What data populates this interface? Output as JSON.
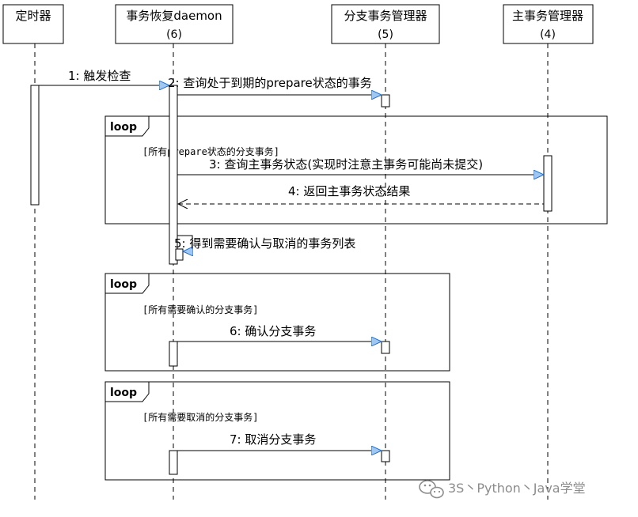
{
  "participants": [
    {
      "id": "timer",
      "name": "定时器",
      "number": ""
    },
    {
      "id": "daemon",
      "name": "事务恢复daemon",
      "number": "(6)"
    },
    {
      "id": "branch_tm",
      "name": "分支事务管理器",
      "number": "(5)"
    },
    {
      "id": "main_tm",
      "name": "主事务管理器",
      "number": "(4)"
    }
  ],
  "messages": [
    {
      "id": "m1",
      "label": "1: 触发检查",
      "from": "timer",
      "to": "daemon",
      "kind": "sync"
    },
    {
      "id": "m2",
      "label": "2: 查询处于到期的prepare状态的事务",
      "from": "daemon",
      "to": "branch_tm",
      "kind": "sync"
    },
    {
      "id": "m3",
      "label": "3: 查询主事务状态(实现时注意主事务可能尚未提交)",
      "from": "daemon",
      "to": "main_tm",
      "kind": "sync"
    },
    {
      "id": "m4",
      "label": "4: 返回主事务状态结果",
      "from": "main_tm",
      "to": "daemon",
      "kind": "return"
    },
    {
      "id": "m5",
      "label": "5: 得到需要确认与取消的事务列表",
      "from": "daemon",
      "to": "daemon",
      "kind": "self"
    },
    {
      "id": "m6",
      "label": "6: 确认分支事务",
      "from": "daemon",
      "to": "branch_tm",
      "kind": "sync"
    },
    {
      "id": "m7",
      "label": "7: 取消分支事务",
      "from": "daemon",
      "to": "branch_tm",
      "kind": "sync"
    }
  ],
  "fragments": [
    {
      "id": "loop1",
      "operator": "loop",
      "guard": "[所有prepare状态的分支事务]"
    },
    {
      "id": "loop2",
      "operator": "loop",
      "guard": "[所有需要确认的分支事务]"
    },
    {
      "id": "loop3",
      "operator": "loop",
      "guard": "[所有需要取消的分支事务]"
    }
  ],
  "watermark": {
    "text": "3S丶Python丶Java学堂",
    "icon": "wechat-icon"
  },
  "colors": {
    "line": "#000000",
    "arrow_fill": "#9fc7f2",
    "arrow_stroke": "#1f6fd1",
    "text": "#000000",
    "watermark": "#8c8c8c"
  }
}
